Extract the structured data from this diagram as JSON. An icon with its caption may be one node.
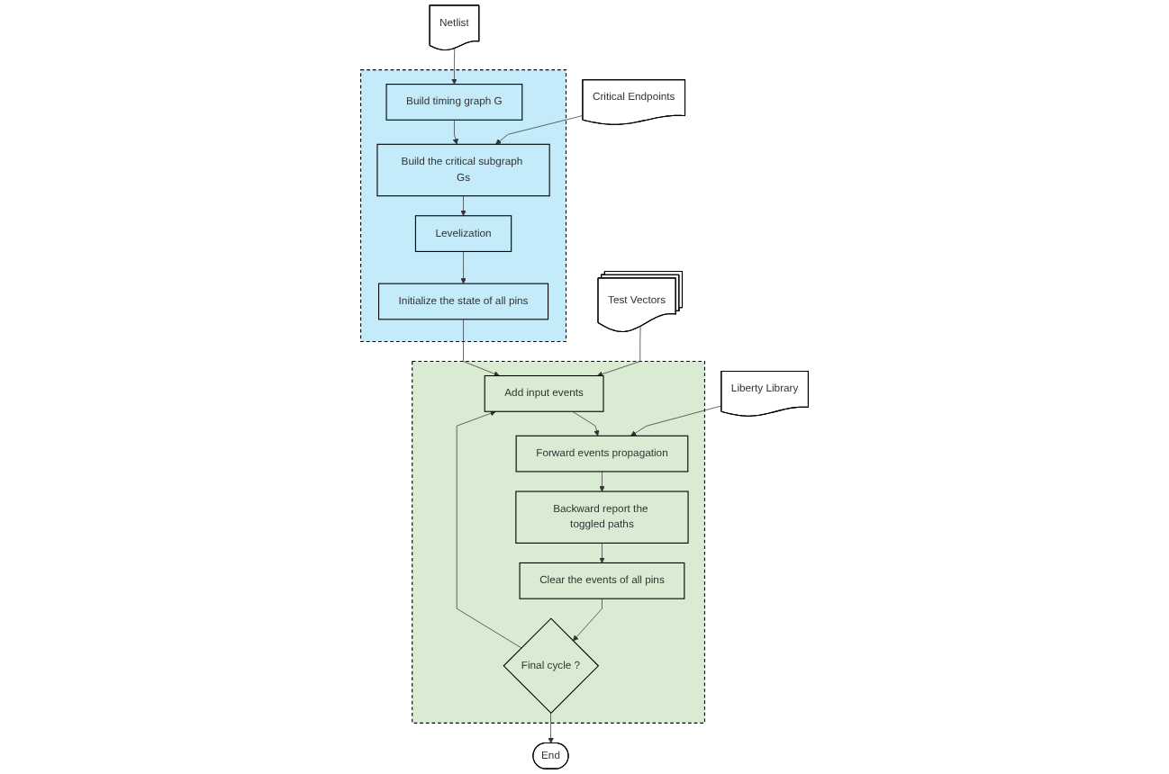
{
  "diagram": {
    "nodes": [
      {
        "text": [
          "Netlist"
        ]
      },
      {
        "text": [
          "Critical Endpoints"
        ]
      },
      {
        "text": [
          "Test Vectors"
        ]
      },
      {
        "text": [
          "Liberty Library"
        ]
      },
      {
        "text": [],
        "shape": "box"
      },
      {
        "text": [
          "Build timing graph G"
        ],
        "in": 4
      },
      {
        "text": [
          "Build the critical subgraph Gs"
        ],
        "in": 4
      },
      {
        "text": [
          "Levelization"
        ],
        "in": 4
      },
      {
        "text": [
          "Initialize the state of all pins"
        ],
        "in": 4
      },
      {
        "text": [],
        "shape": "box"
      },
      {
        "text": [
          "Add input events"
        ],
        "in": 9
      },
      {
        "text": [
          "Forward events propagation"
        ],
        "in": 9
      },
      {
        "text": [
          "Backward report the toggled paths"
        ],
        "in": 9
      },
      {
        "text": [
          "Clear the events of all pins"
        ],
        "in": 9
      },
      {
        "text": [
          "Final cycle ?"
        ],
        "in": 9
      },
      {
        "text": [
          "End"
        ]
      }
    ],
    "edges": [
      {
        "from": 0,
        "to": 5,
        "arrow": "to"
      },
      {
        "from": 5,
        "to": 6,
        "arrow": "to"
      },
      {
        "from": 1,
        "to": 6,
        "arrow": "to"
      },
      {
        "from": 6,
        "to": 7,
        "arrow": "to"
      },
      {
        "from": 7,
        "to": 8,
        "arrow": "to"
      },
      {
        "from": 8,
        "to": 10,
        "arrow": "to"
      },
      {
        "from": 2,
        "to": 10,
        "arrow": "to"
      },
      {
        "from": 10,
        "to": 11,
        "arrow": "to"
      },
      {
        "from": 3,
        "to": 11,
        "arrow": "to"
      },
      {
        "from": 11,
        "to": 12,
        "arrow": "to"
      },
      {
        "from": 12,
        "to": 13,
        "arrow": "to"
      },
      {
        "from": 13,
        "to": 14,
        "arrow": "to"
      },
      {
        "from": 14,
        "to": 10,
        "arrow": "to"
      },
      {
        "from": 14,
        "to": 15,
        "arrow": "to"
      }
    ]
  }
}
